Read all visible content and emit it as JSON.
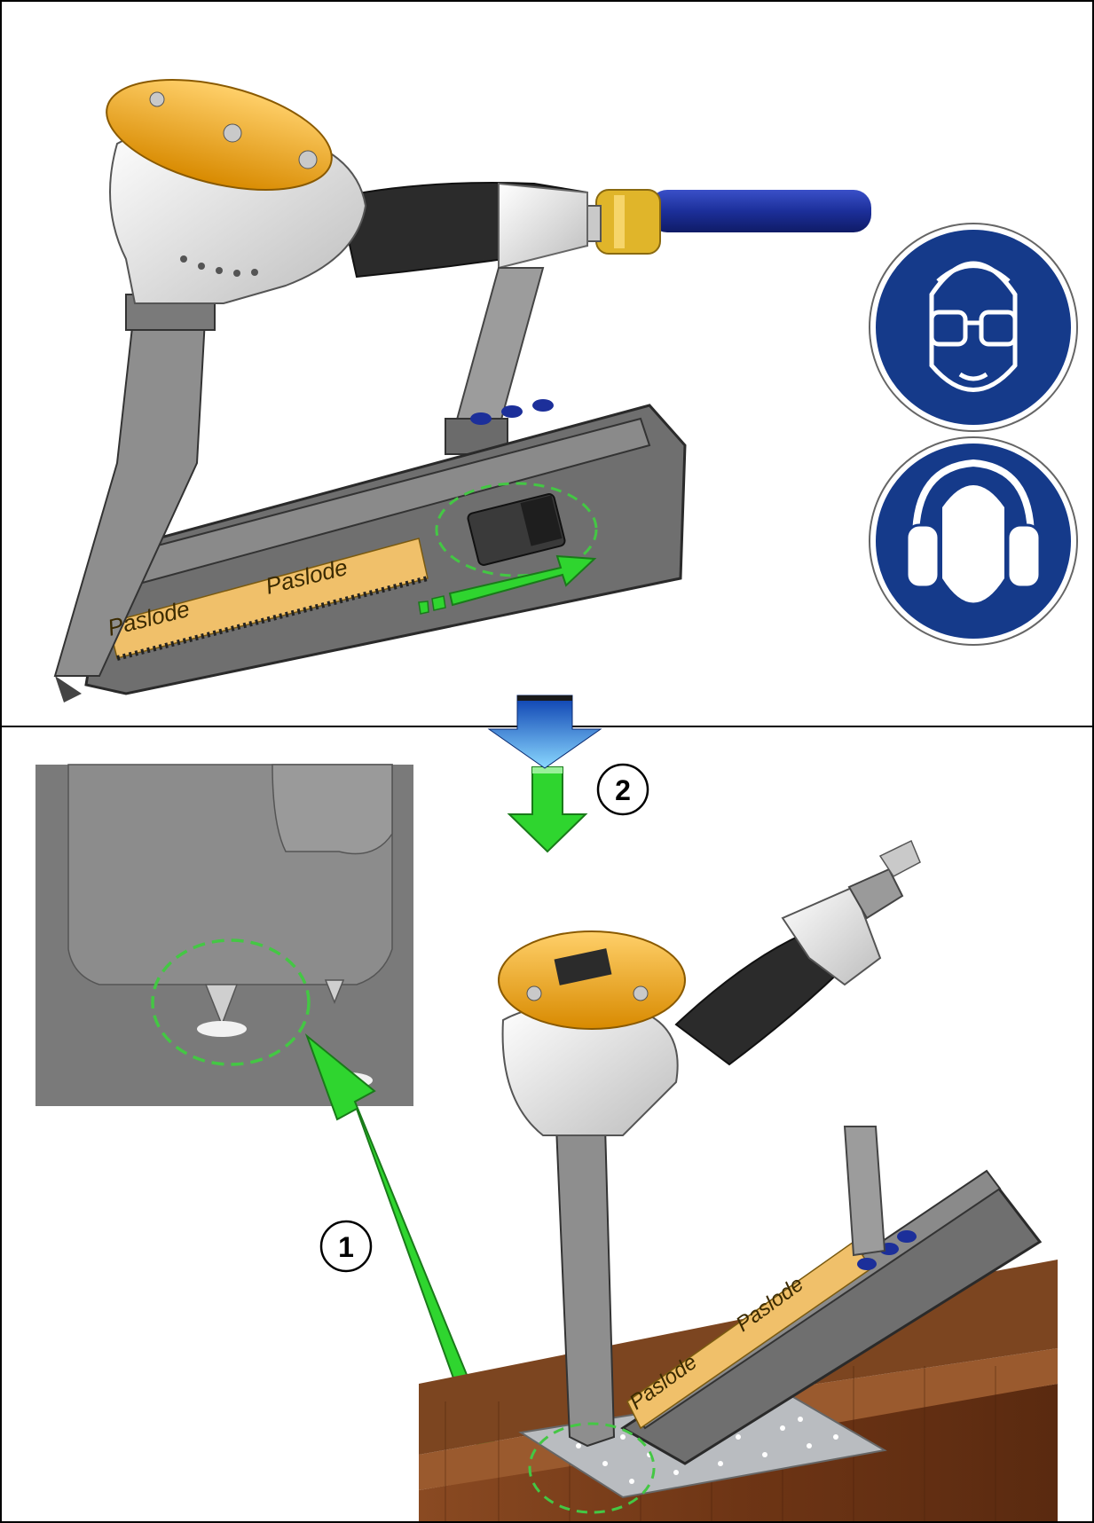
{
  "brand_labels": {
    "top_magazine_left": "Paslode",
    "top_magazine_right": "Paslode",
    "bottom_magazine_lower": "Paslode",
    "bottom_magazine_upper": "Paslode"
  },
  "steps": [
    {
      "number": "1"
    },
    {
      "number": "2"
    }
  ],
  "safety_signs": [
    {
      "icon": "eye-protection-icon"
    },
    {
      "icon": "ear-protection-icon"
    }
  ],
  "colors": {
    "body_orange": "#f2a91c",
    "body_white": "#e8e8e8",
    "grip_black": "#2b2b2b",
    "magazine_grey": "#6f6f6f",
    "hose_blue": "#1c2f9a",
    "coupler_brass": "#e0b52a",
    "arrow_green": "#2fd52f",
    "highlight_dashed_green": "#44c744",
    "transition_arrow_blue": "#2aa0e8",
    "sign_blue": "#153a8a",
    "wood": "#7a3f1c",
    "plate_metal": "#b9bcc0",
    "strip_label": "#f0c06a"
  }
}
